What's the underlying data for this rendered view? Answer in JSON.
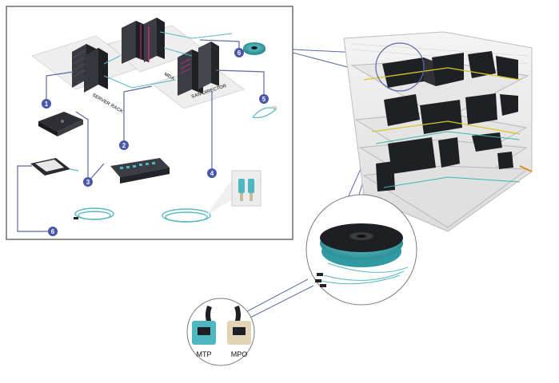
{
  "diagram": {
    "labels": {
      "server_rack": "SERVER RACK",
      "mda": "MDA",
      "san_director": "SAN DIRECTOR"
    },
    "markers": [
      "1",
      "2",
      "3",
      "4",
      "5",
      "6",
      "6"
    ],
    "connectors": {
      "mtp": "MTP",
      "mpo": "MPO"
    },
    "colors": {
      "marker": "#4a56a8",
      "line": "#5a6aa8",
      "aqua": "#4fb7bf",
      "rack": "#2b2d31"
    }
  }
}
